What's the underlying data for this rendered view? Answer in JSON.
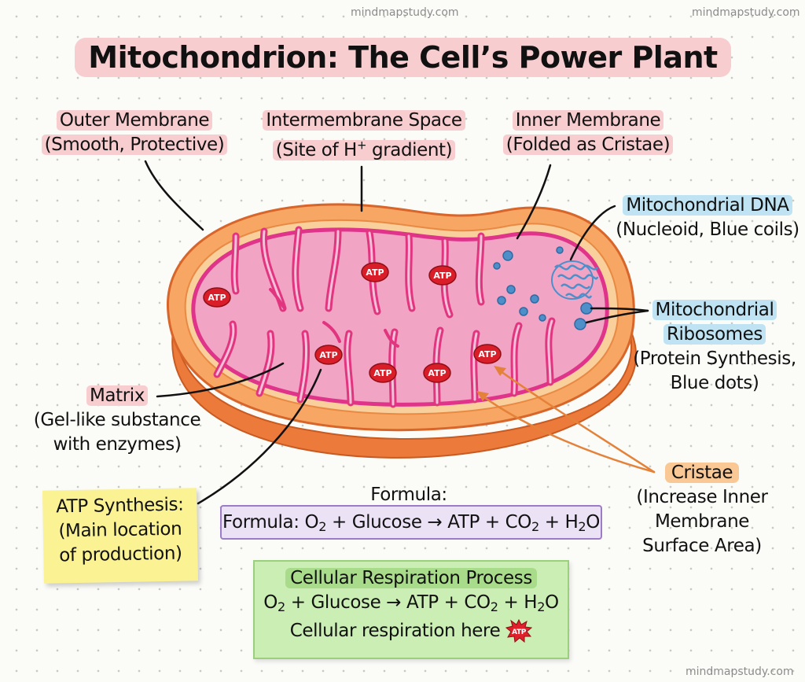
{
  "watermarks": [
    "mindmapstudy.com",
    "mindmapstudy.com",
    "mindmapstudy.com"
  ],
  "title": "Mitochondrion: The Cell’s Power Plant",
  "labels": {
    "outer_membrane": {
      "name": "Outer Membrane",
      "desc": "(Smooth, Protective)"
    },
    "intermembrane_space": {
      "name": "Intermembrane Space",
      "desc_pre": "(Site of H",
      "desc_sup": "+",
      "desc_post": " gradient)"
    },
    "inner_membrane": {
      "name": "Inner Membrane",
      "desc": "(Folded as Cristae)"
    },
    "mito_dna": {
      "name": "Mitochondrial DNA",
      "desc": "(Nucleoid, Blue coils)"
    },
    "ribosomes": {
      "name1": "Mitochondrial",
      "name2": "Ribosomes",
      "desc1": "(Protein Synthesis,",
      "desc2": "Blue dots)"
    },
    "matrix": {
      "name": "Matrix",
      "desc1": "(Gel-like substance",
      "desc2": "with enzymes)"
    },
    "cristae": {
      "name": "Cristae",
      "desc1": "(Increase Inner",
      "desc2": "Membrane",
      "desc3": "Surface Area)"
    }
  },
  "atp_synthesis": {
    "line1": "ATP Synthesis:",
    "line2": "(Main location",
    "line3": "of production)"
  },
  "formula": {
    "heading": "Formula:",
    "prefix": "Formula: O",
    "sub1": "2",
    "mid": " + Glucose → ATP + CO",
    "sub2": "2",
    "mid2": " + H",
    "sub3": "2",
    "end": "O"
  },
  "respiration": {
    "heading": "Cellular Respiration Process",
    "eq_a": "O",
    "eq_sub1": "2",
    "eq_b": " + Glucose → ATP + CO",
    "eq_sub2": "2",
    "eq_c": " + H",
    "eq_sub3": "2",
    "eq_d": "O",
    "note": "Cellular respiration here"
  },
  "atp_badge": "ATP",
  "colors": {
    "outer_membrane": "#f4874a",
    "matrix": "#f3a6c8",
    "cristae": "#e2357f",
    "dna_ribosomes": "#4f8fc9"
  }
}
